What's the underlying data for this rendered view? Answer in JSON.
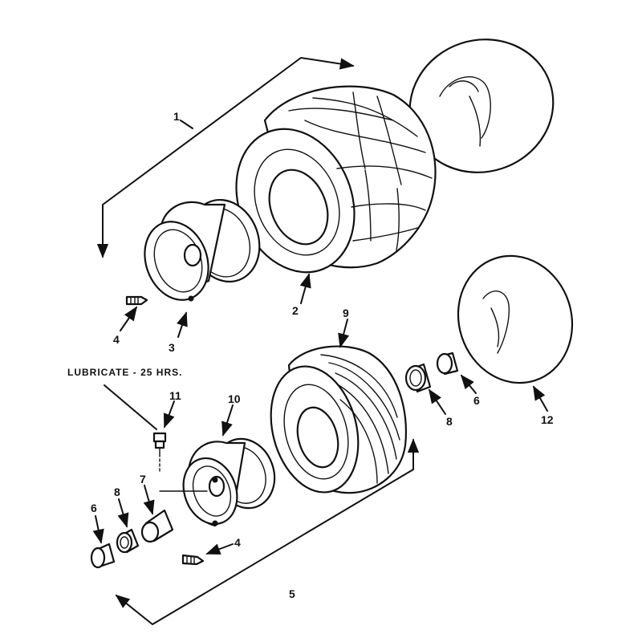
{
  "note": "LUBRICATE - 25 HRS.",
  "callouts": [
    {
      "id": "c1",
      "label": "1"
    },
    {
      "id": "c2",
      "label": "2"
    },
    {
      "id": "c3",
      "label": "3"
    },
    {
      "id": "c4a",
      "label": "4"
    },
    {
      "id": "c4b",
      "label": "4"
    },
    {
      "id": "c5",
      "label": "5"
    },
    {
      "id": "c6a",
      "label": "6"
    },
    {
      "id": "c6b",
      "label": "6"
    },
    {
      "id": "c7",
      "label": "7"
    },
    {
      "id": "c8a",
      "label": "8"
    },
    {
      "id": "c8b",
      "label": "8"
    },
    {
      "id": "c9",
      "label": "9"
    },
    {
      "id": "c10",
      "label": "10"
    },
    {
      "id": "c11",
      "label": "11"
    },
    {
      "id": "c12",
      "label": "12"
    }
  ]
}
